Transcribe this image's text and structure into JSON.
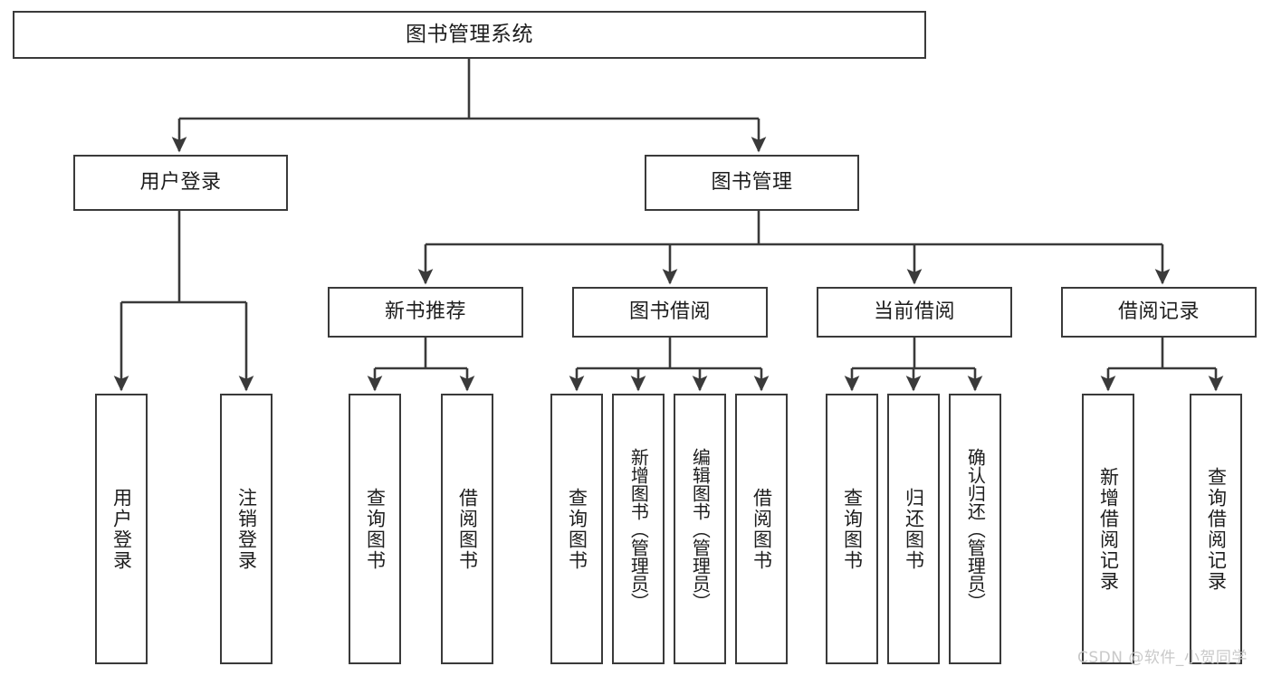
{
  "diagram": {
    "title": "图书管理系统",
    "watermark": "CSDN @软件_小贺同学",
    "style": {
      "box_border_color": "#3a3a3a",
      "box_fill_color": "#ffffff",
      "connector_color": "#3a3a3a",
      "text_color": "#1d1d1d",
      "background": "#ffffff",
      "watermark_color": "#c9c9c9"
    },
    "nodes": {
      "root": {
        "label": "图书管理系统"
      },
      "level2": [
        {
          "id": "user-login",
          "label": "用户登录"
        },
        {
          "id": "book-manage",
          "label": "图书管理"
        }
      ],
      "level3": [
        {
          "id": "new-book-recommend",
          "label": "新书推荐"
        },
        {
          "id": "book-borrow",
          "label": "图书借阅"
        },
        {
          "id": "current-borrow",
          "label": "当前借阅"
        },
        {
          "id": "borrow-record",
          "label": "借阅记录"
        }
      ],
      "leaves": {
        "user-login": [
          {
            "id": "leaf-user-login",
            "label": "用户登录"
          },
          {
            "id": "leaf-logout",
            "label": "注销登录"
          }
        ],
        "new-book-recommend": [
          {
            "id": "leaf-query-book-1",
            "label": "查询图书"
          },
          {
            "id": "leaf-borrow-book-1",
            "label": "借阅图书"
          }
        ],
        "book-borrow": [
          {
            "id": "leaf-query-book-2",
            "label": "查询图书"
          },
          {
            "id": "leaf-add-book",
            "label": "新增图书（管理员）"
          },
          {
            "id": "leaf-edit-book",
            "label": "编辑图书（管理员）"
          },
          {
            "id": "leaf-borrow-book-2",
            "label": "借阅图书"
          }
        ],
        "current-borrow": [
          {
            "id": "leaf-query-book-3",
            "label": "查询图书"
          },
          {
            "id": "leaf-return-book",
            "label": "归还图书"
          },
          {
            "id": "leaf-confirm-return",
            "label": "确认归还（管理员）"
          }
        ],
        "borrow-record": [
          {
            "id": "leaf-add-record",
            "label": "新增借阅记录"
          },
          {
            "id": "leaf-query-record",
            "label": "查询借阅记录"
          }
        ]
      }
    }
  }
}
